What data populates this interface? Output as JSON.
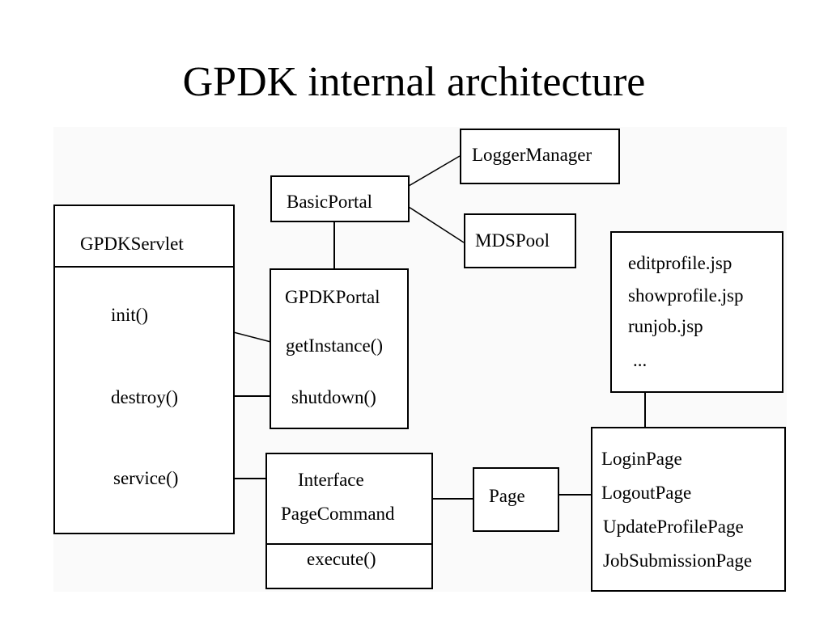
{
  "title": "GPDK internal architecture",
  "servlet": {
    "name": "GPDKServlet",
    "methods": [
      "init()",
      "destroy()",
      "service()"
    ]
  },
  "basic_portal": "BasicPortal",
  "logger_manager": "LoggerManager",
  "mds_pool": "MDSPool",
  "gpdk_portal": {
    "name": "GPDKPortal",
    "methods": [
      "getInstance()",
      "shutdown()"
    ]
  },
  "page_command": {
    "lines": [
      "Interface",
      "PageCommand"
    ],
    "method": "execute()"
  },
  "page": "Page",
  "jsp_files": [
    "editprofile.jsp",
    "showprofile.jsp",
    "runjob.jsp",
    "..."
  ],
  "pages": [
    "LoginPage",
    "LogoutPage",
    "UpdateProfilePage",
    "JobSubmissionPage"
  ]
}
